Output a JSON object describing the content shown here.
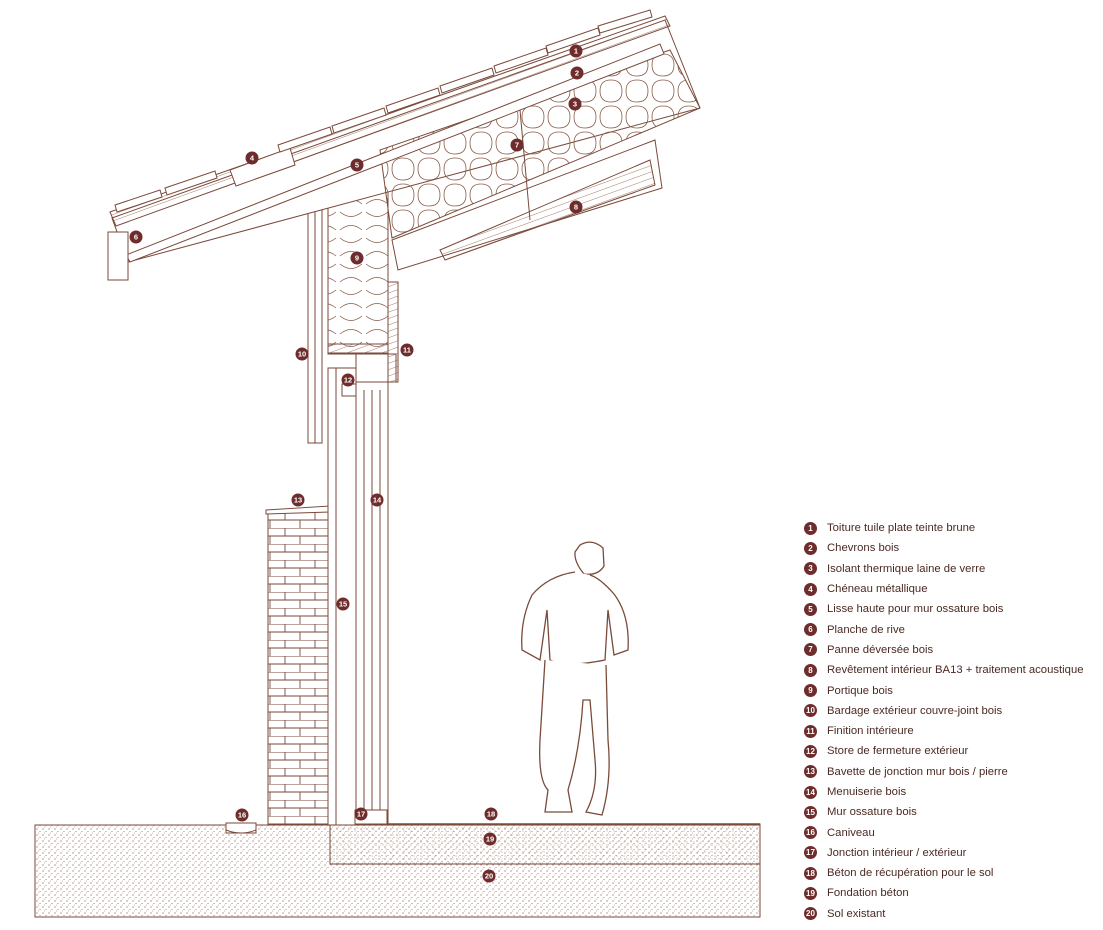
{
  "legend": [
    {
      "num": "1",
      "label": "Toiture tuile plate teinte brune"
    },
    {
      "num": "2",
      "label": "Chevrons bois"
    },
    {
      "num": "3",
      "label": "Isolant thermique laine de verre"
    },
    {
      "num": "4",
      "label": "Chéneau métallique"
    },
    {
      "num": "5",
      "label": "Lisse haute pour mur ossature bois"
    },
    {
      "num": "6",
      "label": "Planche de rive"
    },
    {
      "num": "7",
      "label": "Panne déversée bois"
    },
    {
      "num": "8",
      "label": "Revêtement intérieur BA13 + traitement acoustique"
    },
    {
      "num": "9",
      "label": "Portique bois"
    },
    {
      "num": "10",
      "label": "Bardage extérieur couvre-joint bois"
    },
    {
      "num": "11",
      "label": "Finition intérieure"
    },
    {
      "num": "12",
      "label": "Store de fermeture extérieur"
    },
    {
      "num": "13",
      "label": "Bavette de jonction mur bois / pierre"
    },
    {
      "num": "14",
      "label": "Menuiserie bois"
    },
    {
      "num": "15",
      "label": "Mur ossature bois"
    },
    {
      "num": "16",
      "label": "Caniveau"
    },
    {
      "num": "17",
      "label": "Jonction intérieur / extérieur"
    },
    {
      "num": "18",
      "label": "Béton de récupération pour le sol"
    },
    {
      "num": "19",
      "label": "Fondation béton"
    },
    {
      "num": "20",
      "label": "Sol existant"
    }
  ],
  "colors": {
    "line": "#7a4a3a",
    "marker": "#6f2c2c",
    "text": "#4a2a22"
  }
}
